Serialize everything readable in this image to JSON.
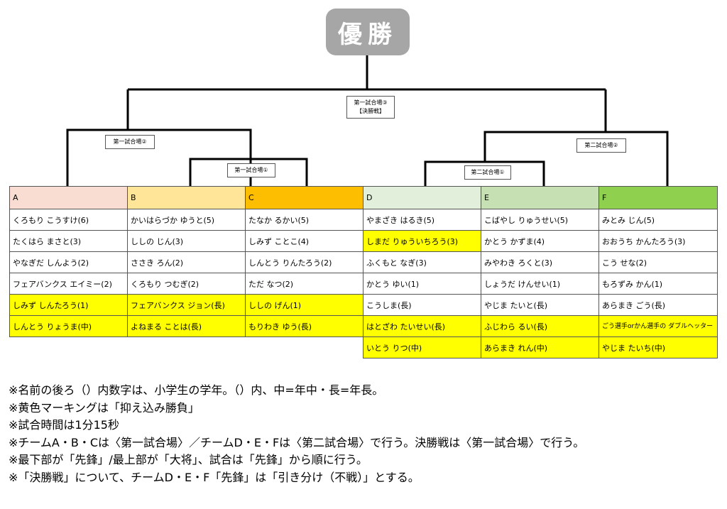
{
  "title": "優勝",
  "matches": {
    "final": [
      "第一試合場③",
      "【決勝戦】"
    ],
    "left_semi": "第一試合場②",
    "left_quarter": "第一試合場①",
    "right_semi": "第二試合場②",
    "right_quarter": "第二試合場①"
  },
  "colors": {
    "A": "#f9ddd2",
    "B": "#fee598",
    "C": "#fdbd00",
    "D": "#e2efda",
    "E": "#c6e0b4",
    "F": "#8fd14f",
    "highlight": "#ffff00"
  },
  "left_group": {
    "teams": [
      "A",
      "B",
      "C"
    ],
    "rows": [
      [
        {
          "text": "くろもり こうすけ(6)"
        },
        {
          "text": "かいはらづか ゆうと(5)"
        },
        {
          "text": "たなか るかい(5)"
        }
      ],
      [
        {
          "text": "たくはら まさと(3)"
        },
        {
          "text": "ししの じん(3)"
        },
        {
          "text": "しみず ことこ(4)"
        }
      ],
      [
        {
          "text": "やなぎだ しんよう(2)"
        },
        {
          "text": "ささき ろん(2)"
        },
        {
          "text": "しんとう りんたろう(2)"
        }
      ],
      [
        {
          "text": "フェアバンクス エイミー(2)"
        },
        {
          "text": "くろもり つむぎ(2)"
        },
        {
          "text": "ただ なつ(2)"
        }
      ],
      [
        {
          "text": "しみず しんたろう(1)",
          "hl": true
        },
        {
          "text": "フェアバンクス ジョン(長)",
          "hl": true
        },
        {
          "text": "ししの げん(1)",
          "hl": true
        }
      ],
      [
        {
          "text": "しんとう りょうま(中)",
          "hl": true
        },
        {
          "text": "よねまる ことは(長)",
          "hl": true
        },
        {
          "text": "もりわき ゆう(長)",
          "hl": true
        }
      ]
    ]
  },
  "right_group": {
    "teams": [
      "D",
      "E",
      "F"
    ],
    "rows": [
      [
        {
          "text": "やまざき はるき(5)"
        },
        {
          "text": "こばやし りゅうせい(5)"
        },
        {
          "text": "みとみ じん(5)"
        }
      ],
      [
        {
          "text": "しまだ りゅういちろう(3)",
          "hl": true
        },
        {
          "text": "かとう かずま(4)"
        },
        {
          "text": "おおうち かんたろう(3)"
        }
      ],
      [
        {
          "text": "ふくもと なぎ(3)"
        },
        {
          "text": "みやわき ろくと(3)"
        },
        {
          "text": "こう せな(2)"
        }
      ],
      [
        {
          "text": "かとう ゆい(1)"
        },
        {
          "text": "しょうだ けんせい(1)"
        },
        {
          "text": "もろずみ かん(1)"
        }
      ],
      [
        {
          "text": "こうしま(長)"
        },
        {
          "text": "やじま たいと(長)"
        },
        {
          "text": "あらまき ごう(長)"
        }
      ],
      [
        {
          "text": "はとざわ たいせい(長)",
          "hl": true
        },
        {
          "text": "ふじわら るい(長)",
          "hl": true
        },
        {
          "text": "ごう選手orかん選手の ダブルヘッター",
          "hl": true,
          "small": true
        }
      ],
      [
        {
          "text": "いとう りつ(中)",
          "hl": true
        },
        {
          "text": "あらまき れん(中)",
          "hl": true
        },
        {
          "text": "やじま たいち(中)",
          "hl": true
        }
      ]
    ]
  },
  "notes": [
    "※名前の後ろ（）内数字は、小学生の学年。（）内、中=年中・長=年長。",
    "※黄色マーキングは「抑え込み勝負」",
    "※試合時間は1分15秒",
    "※チームA・B・Cは〈第一試合場〉／チームD・E・Fは〈第二試合場〉で行う。決勝戦は〈第一試合場〉で行う。",
    "※最下部が「先鋒」/最上部が「大将」、試合は「先鋒」から順に行う。",
    "※「決勝戦」について、チームD・E・F「先鋒」は「引き分け（不戦）」とする。"
  ]
}
